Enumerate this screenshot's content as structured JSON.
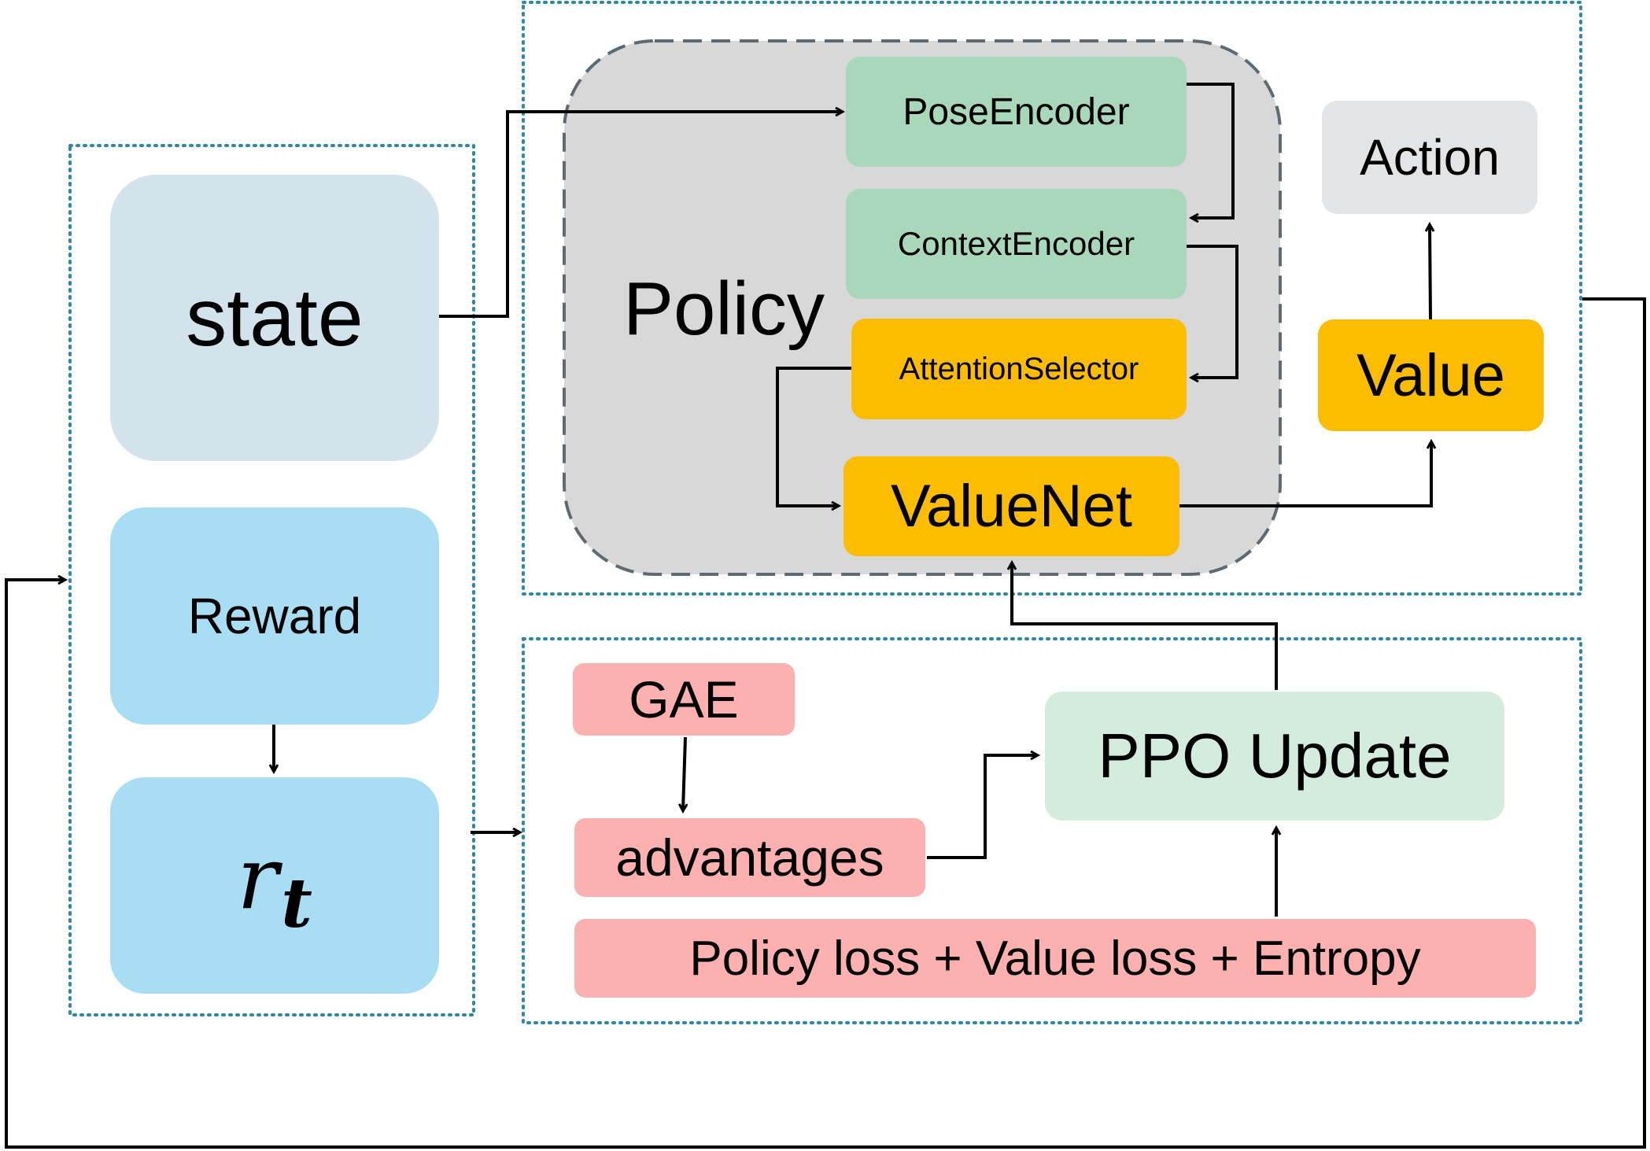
{
  "diagram": {
    "observation": {
      "state": "state",
      "reward": "Reward",
      "reward_signal": {
        "symbol": "r",
        "subscript": "t"
      }
    },
    "policy": {
      "label": "Policy",
      "modules": [
        "PoseEncoder",
        "ContextEncoder",
        "AttentionSelector",
        "ValueNet"
      ]
    },
    "outputs": {
      "value": "Value",
      "action": "Action"
    },
    "training": {
      "gae": "GAE",
      "advantages": "advantages",
      "ppo_update": "PPO Update",
      "loss": "Policy loss + Value loss + Entropy"
    },
    "colors": {
      "state_fill": "#d3e3ec",
      "reward_fill": "#a8ddf4",
      "policy_group_fill": "#d8d8d8",
      "policy_group_border": "#5c6a73",
      "encoder_fill": "#a8d8b9",
      "selector_fill": "#fcbc00",
      "value_fill": "#fcbc00",
      "action_fill": "#e2e4e6",
      "training_red_fill": "#fcb0b0",
      "ppo_fill": "#d4ecdd",
      "dotted_border": "#2e86a8",
      "arrow": "#000000"
    }
  }
}
